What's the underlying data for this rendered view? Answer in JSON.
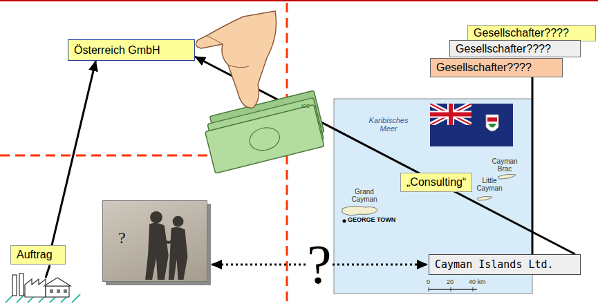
{
  "diagram": {
    "nodes": [
      {
        "text": [
          "Gesellschafter????"
        ]
      },
      {
        "text": [
          "Gesellschafter????"
        ]
      },
      {
        "text": [
          "Gesellschafter????"
        ]
      },
      {
        "text": [
          "Österreich GmbH"
        ]
      },
      {
        "text": [
          "Auftrag"
        ]
      },
      {
        "text": [
          "?"
        ]
      },
      {
        "text": [
          "Cayman Islands Ltd."
        ]
      }
    ],
    "edges": [
      {
        "from": 4,
        "to": 3,
        "arrow": "to"
      },
      {
        "from": 6,
        "to": 3,
        "label": "„Consulting“",
        "arrow": "to"
      },
      {
        "from": 5,
        "to": 6,
        "label": "?",
        "arrow": "both"
      },
      {
        "from": 2,
        "to": 6,
        "arrow": "none"
      }
    ],
    "labels": [
      "Karibisches Meer",
      "Cayman Brac",
      "Little Cayman",
      "Grand Cayman",
      "GEORGE TOWN",
      "0",
      "20",
      "40 km",
      "ICC"
    ]
  }
}
